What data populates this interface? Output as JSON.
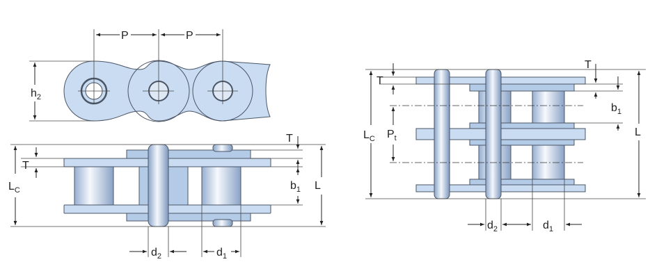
{
  "diagram": {
    "top_left_view": {
      "pitch_labels": [
        "P",
        "P"
      ],
      "height_label": {
        "main": "h",
        "sub": "2"
      }
    },
    "bottom_left_view": {
      "T_top": {
        "main": "T",
        "sub": ""
      },
      "T_left": {
        "main": "T",
        "sub": ""
      },
      "Lc": {
        "main": "L",
        "sub": "C"
      },
      "b1": {
        "main": "b",
        "sub": "1"
      },
      "L": {
        "main": "L",
        "sub": ""
      },
      "d2": {
        "main": "d",
        "sub": "2"
      },
      "d1": {
        "main": "d",
        "sub": "1"
      }
    },
    "right_view": {
      "T_top": {
        "main": "T",
        "sub": ""
      },
      "T_left": {
        "main": "T",
        "sub": ""
      },
      "b1": {
        "main": "b",
        "sub": "1"
      },
      "Lc": {
        "main": "L",
        "sub": "C"
      },
      "Pt": {
        "main": "P",
        "sub": "t"
      },
      "L": {
        "main": "L",
        "sub": ""
      },
      "d2": {
        "main": "d",
        "sub": "2"
      },
      "d1": {
        "main": "d",
        "sub": "1"
      }
    },
    "colors": {
      "plate": "#c9dcf1",
      "plate_dark": "#b4cbe8",
      "outline": "#4a5566",
      "line": "#222222"
    }
  }
}
